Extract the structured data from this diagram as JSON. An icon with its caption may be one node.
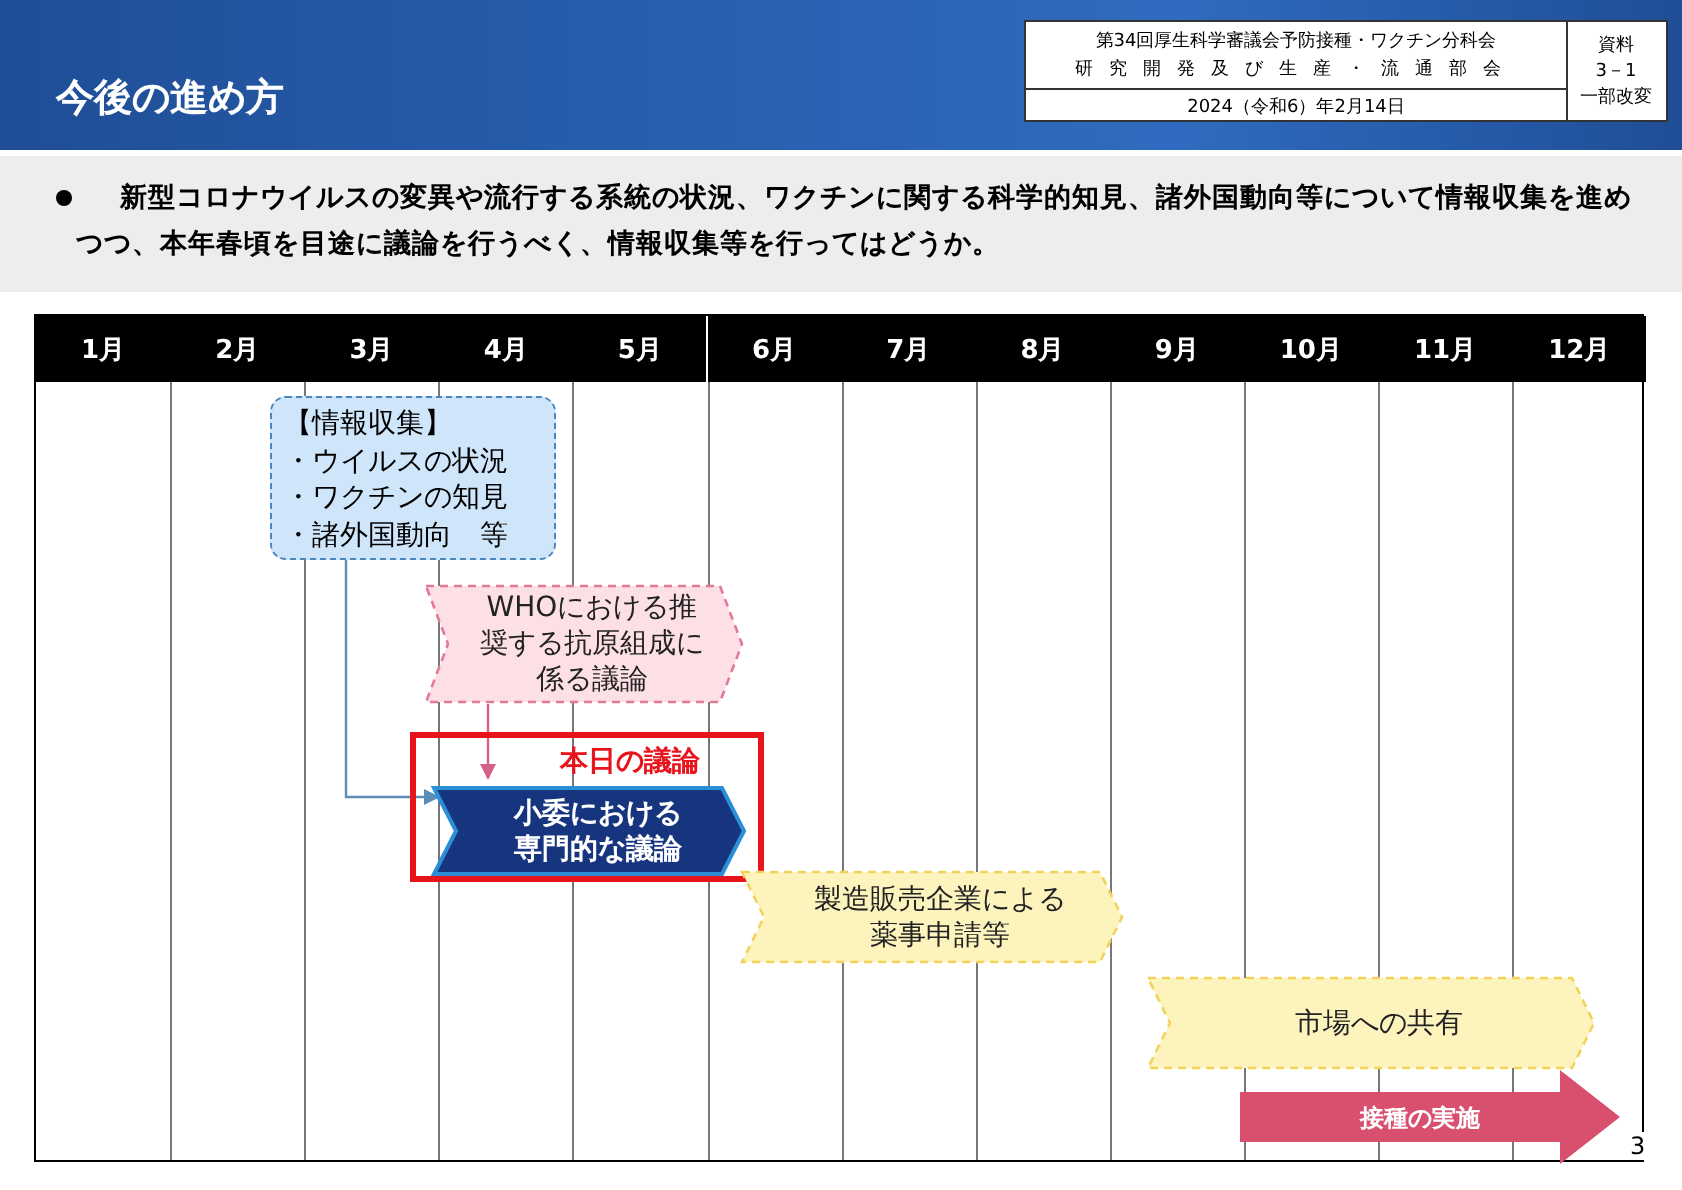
{
  "diagram": {
    "title": "今後の進め方",
    "nodes": [
      {
        "text": [
          "【情報収集】",
          "・ウイルスの状況",
          "・ワクチンの知見",
          "・諸外国動向　等"
        ]
      },
      {
        "text": [
          "WHOにおける推奨する抗原組成に係る議論"
        ]
      },
      {
        "text": [
          "本日の議論"
        ]
      },
      {
        "text": [
          "小委における専門的な議論"
        ],
        "in": 2
      },
      {
        "text": [
          "製造販売企業による薬事申請等"
        ]
      },
      {
        "text": [
          "市場への共有"
        ]
      },
      {
        "text": [
          "接種の実施"
        ]
      }
    ],
    "edges": [
      {
        "from": 0,
        "to": 3,
        "arrow": "to",
        "color": "#5b8db8"
      },
      {
        "from": 1,
        "to": 3,
        "arrow": "to",
        "color": "#d4608a"
      }
    ],
    "labels": [
      "第34回厚生科学審議会予防接種・ワクチン分科会",
      "研究開発及び生産・流通部会",
      "2024（令和6）年2月14日",
      "資料",
      "3－1",
      "一部改変",
      "新型コロナウイルスの変異や流行する系統の状況、ワクチンに関する科学的知見、諸外国動向等について情報収集を進めつつ、本年春頃を目途に議論を行うべく、情報収集等を行ってはどうか。",
      "1月",
      "2月",
      "3月",
      "4月",
      "5月",
      "6月",
      "7月",
      "8月",
      "9月",
      "10月",
      "11月",
      "12月",
      "3"
    ]
  }
}
